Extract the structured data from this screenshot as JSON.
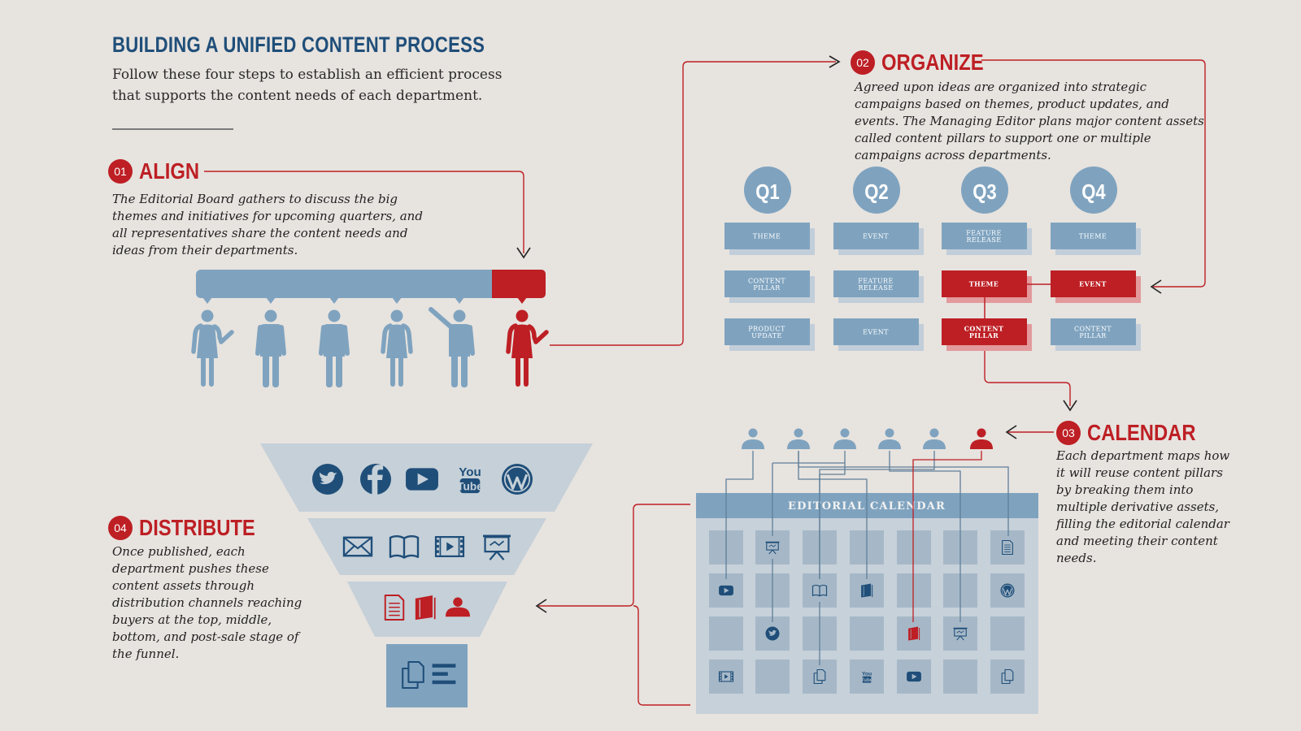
{
  "header": {
    "title": "BUILDING A UNIFIED CONTENT PROCESS",
    "subtitle": "Follow these four steps to establish an efficient process that supports the content needs of each department."
  },
  "steps": {
    "align": {
      "number": "01",
      "title": "ALIGN",
      "description": "The Editorial Board gathers to discuss the big themes and initiatives for upcoming quarters, and all representatives share the content needs and ideas from their departments."
    },
    "organize": {
      "number": "02",
      "title": "ORGANIZE",
      "description": "Agreed upon ideas are organized into strategic campaigns based on themes, product updates, and events. The Managing Editor plans major content assets called content pillars to support one or multiple campaigns across departments."
    },
    "calendar": {
      "number": "03",
      "title": "CALENDAR",
      "description": "Each department maps how it will reuse content pillars by breaking them into multiple derivative assets, filling the editorial calendar and meeting their content needs."
    },
    "distribute": {
      "number": "04",
      "title": "DISTRIBUTE",
      "description": "Once published, each department pushes these content assets through distribution channels reaching buyers at the top, middle, bottom, and post-sale stage of the funnel."
    }
  },
  "quarters": [
    {
      "label": "Q1",
      "cards": [
        {
          "text": [
            "THEME"
          ],
          "highlight": false
        },
        {
          "text": [
            "CONTENT",
            "PILLAR"
          ],
          "highlight": false
        },
        {
          "text": [
            "PRODUCT",
            "UPDATE"
          ],
          "highlight": false
        }
      ]
    },
    {
      "label": "Q2",
      "cards": [
        {
          "text": [
            "EVENT"
          ],
          "highlight": false
        },
        {
          "text": [
            "FEATURE",
            "RELEASE"
          ],
          "highlight": false
        },
        {
          "text": [
            "EVENT"
          ],
          "highlight": false
        }
      ]
    },
    {
      "label": "Q3",
      "cards": [
        {
          "text": [
            "FEATURE",
            "RELEASE"
          ],
          "highlight": false
        },
        {
          "text": [
            "THEME"
          ],
          "highlight": true
        },
        {
          "text": [
            "CONTENT",
            "PILLAR"
          ],
          "highlight": true
        }
      ]
    },
    {
      "label": "Q4",
      "cards": [
        {
          "text": [
            "THEME"
          ],
          "highlight": false
        },
        {
          "text": [
            "EVENT"
          ],
          "highlight": true
        },
        {
          "text": [
            "CONTENT",
            "PILLAR"
          ],
          "highlight": false
        }
      ]
    }
  ],
  "calendar": {
    "title": "EDITORIAL CALENDAR",
    "grid": [
      [
        "",
        "easel-icon",
        "",
        "",
        "",
        "",
        "document-icon"
      ],
      [
        "youtube-icon",
        "",
        "book-icon",
        "booklet-icon",
        "",
        "",
        "wordpress-icon"
      ],
      [
        "",
        "twitter-icon",
        "",
        "",
        "booklet-red-icon",
        "easel-icon",
        ""
      ],
      [
        "video-icon",
        "",
        "copy-icon",
        "youtube-tube-icon",
        "youtube-icon",
        "",
        "copy-icon"
      ]
    ]
  },
  "funnel": {
    "rows": [
      [
        "twitter-icon",
        "facebook-icon",
        "youtube-icon",
        "youtube-tube-icon",
        "wordpress-icon"
      ],
      [
        "email-icon",
        "book-icon",
        "video-icon",
        "presentation-icon"
      ],
      [
        "document-icon",
        "booklet-icon",
        "user-icon"
      ],
      [
        "copy-icon",
        "article-icon"
      ]
    ],
    "youtube_text": [
      "You",
      "Tube"
    ]
  },
  "colors": {
    "red": "#bd1f24",
    "blue": "#7fa3bf",
    "navy": "#1f4e79",
    "funnel_light": "#c5d0d8",
    "background": "#e7e3df"
  }
}
